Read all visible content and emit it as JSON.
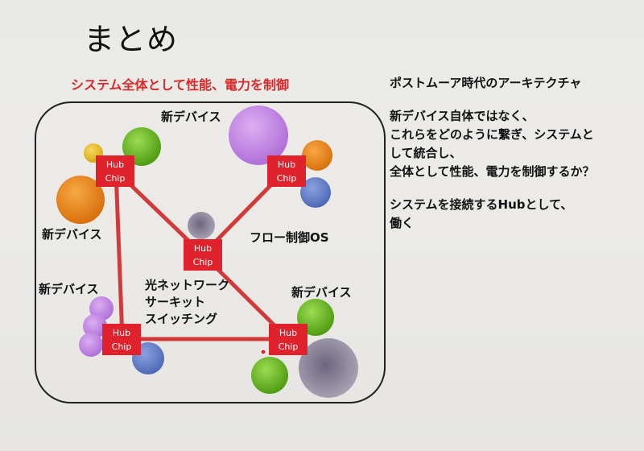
{
  "slide": {
    "title": "まとめ",
    "diagram_subtitle": "システム全体として性能、電力を制御",
    "right": {
      "heading": "ポストムーア時代のアーキテクチャ",
      "para1": [
        "新デバイス自体ではなく、",
        "これらをどのように繋ぎ、システムと",
        "して統合し、",
        "全体として性能、電力を制御するか？"
      ],
      "para2": [
        "システムを接続するHubとして、",
        "働く"
      ]
    }
  },
  "diagram": {
    "hub_line1": "Hub",
    "hub_line2": "Chip",
    "labels": {
      "new_device_top": "新デバイス",
      "new_device_left": "新デバイス",
      "new_device_bottom_left": "新デバイス",
      "new_device_bottom_right": "新デバイス",
      "flow_control_os": "フロー制御OS",
      "optical": [
        "光ネットワーク",
        "サーキット",
        "スイッチング"
      ]
    },
    "colors": {
      "hub": "#e0222c",
      "link": "#d23a3a",
      "green": "#6cc21e",
      "orange": "#f08a1c",
      "purple": "#c88ae6",
      "blue": "#6b86d0",
      "gray": "#8a8498",
      "yellow": "#f0c020"
    }
  }
}
